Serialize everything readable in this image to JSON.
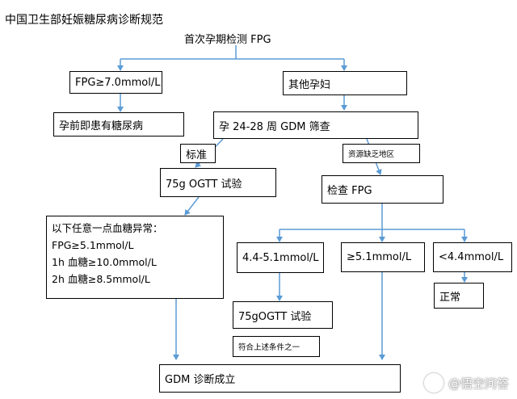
{
  "title": "中国卫生部妊娠糖尿病诊断规范",
  "nodes": {
    "first_check": "首次孕期检测 FPG",
    "fpg_high": "FPG≥7.0mmol/L",
    "other_pregnant": "其他孕妇",
    "pre_diabetes": "孕前即患有糖尿病",
    "screening": "孕 24-28 周 GDM 筛查",
    "standard": "标准",
    "limited_area": "资源缺乏地区",
    "ogtt": "75g    OGTT 试验",
    "check_fpg": "检查 FPG",
    "criteria_title": "以下任意一点血糖异常：",
    "criteria_lines": [
      "FPG≥5.1mmol/L",
      "1h 血糖≥10.0mmol/L",
      "2h 血糖≥8.5mmol/L"
    ],
    "range_mid": "4.4-5.1mmol/L",
    "range_high": "≥5.1mmol/L",
    "range_low": "<4.4mmol/L",
    "ogtt2": "75gOGTT 试验",
    "normal": "正常",
    "meets_one": "符合上述条件之一",
    "gdm_confirmed": "GDM 诊断成立"
  },
  "colors": {
    "arrow": "#5b9bd5",
    "border": "#000000"
  },
  "watermark": "@悟空问答"
}
